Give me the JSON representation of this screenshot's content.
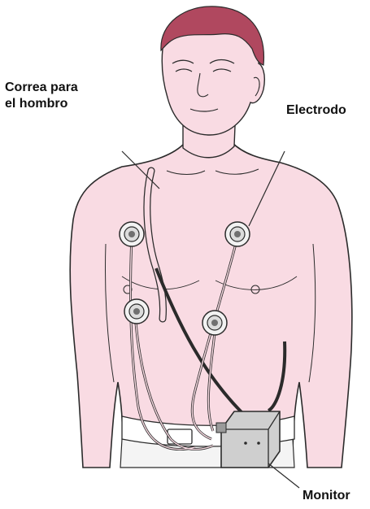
{
  "labels": {
    "shoulder_strap_line1": "Correa para",
    "shoulder_strap_line2": "el hombro",
    "electrode": "Electrodo",
    "monitor": "Monitor"
  },
  "colors": {
    "skin": "#f9dbe3",
    "hair": "#b0485f",
    "outline": "#2b2b2b",
    "monitor_body": "#cfcfcf",
    "belt": "#ffffff",
    "electrode_pad": "#dcdcdc",
    "electrode_center": "#707070"
  }
}
